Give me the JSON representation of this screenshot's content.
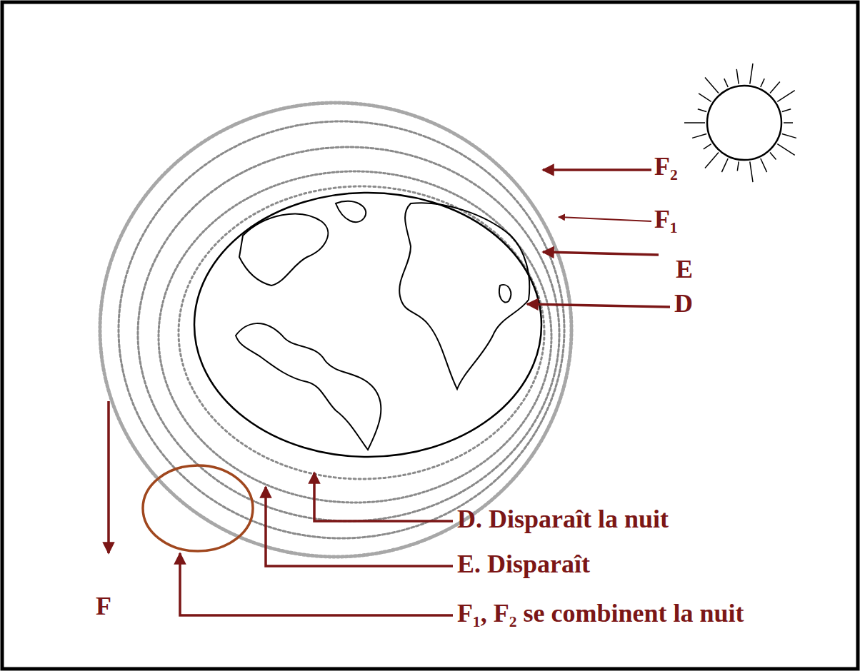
{
  "diagram": {
    "labels": [
      "F₂",
      "F₁",
      "E",
      "D",
      "D. Disparaît la nuit",
      "E. Disparaît",
      "F₁, F₂ se combinent la nuit",
      "F"
    ]
  }
}
